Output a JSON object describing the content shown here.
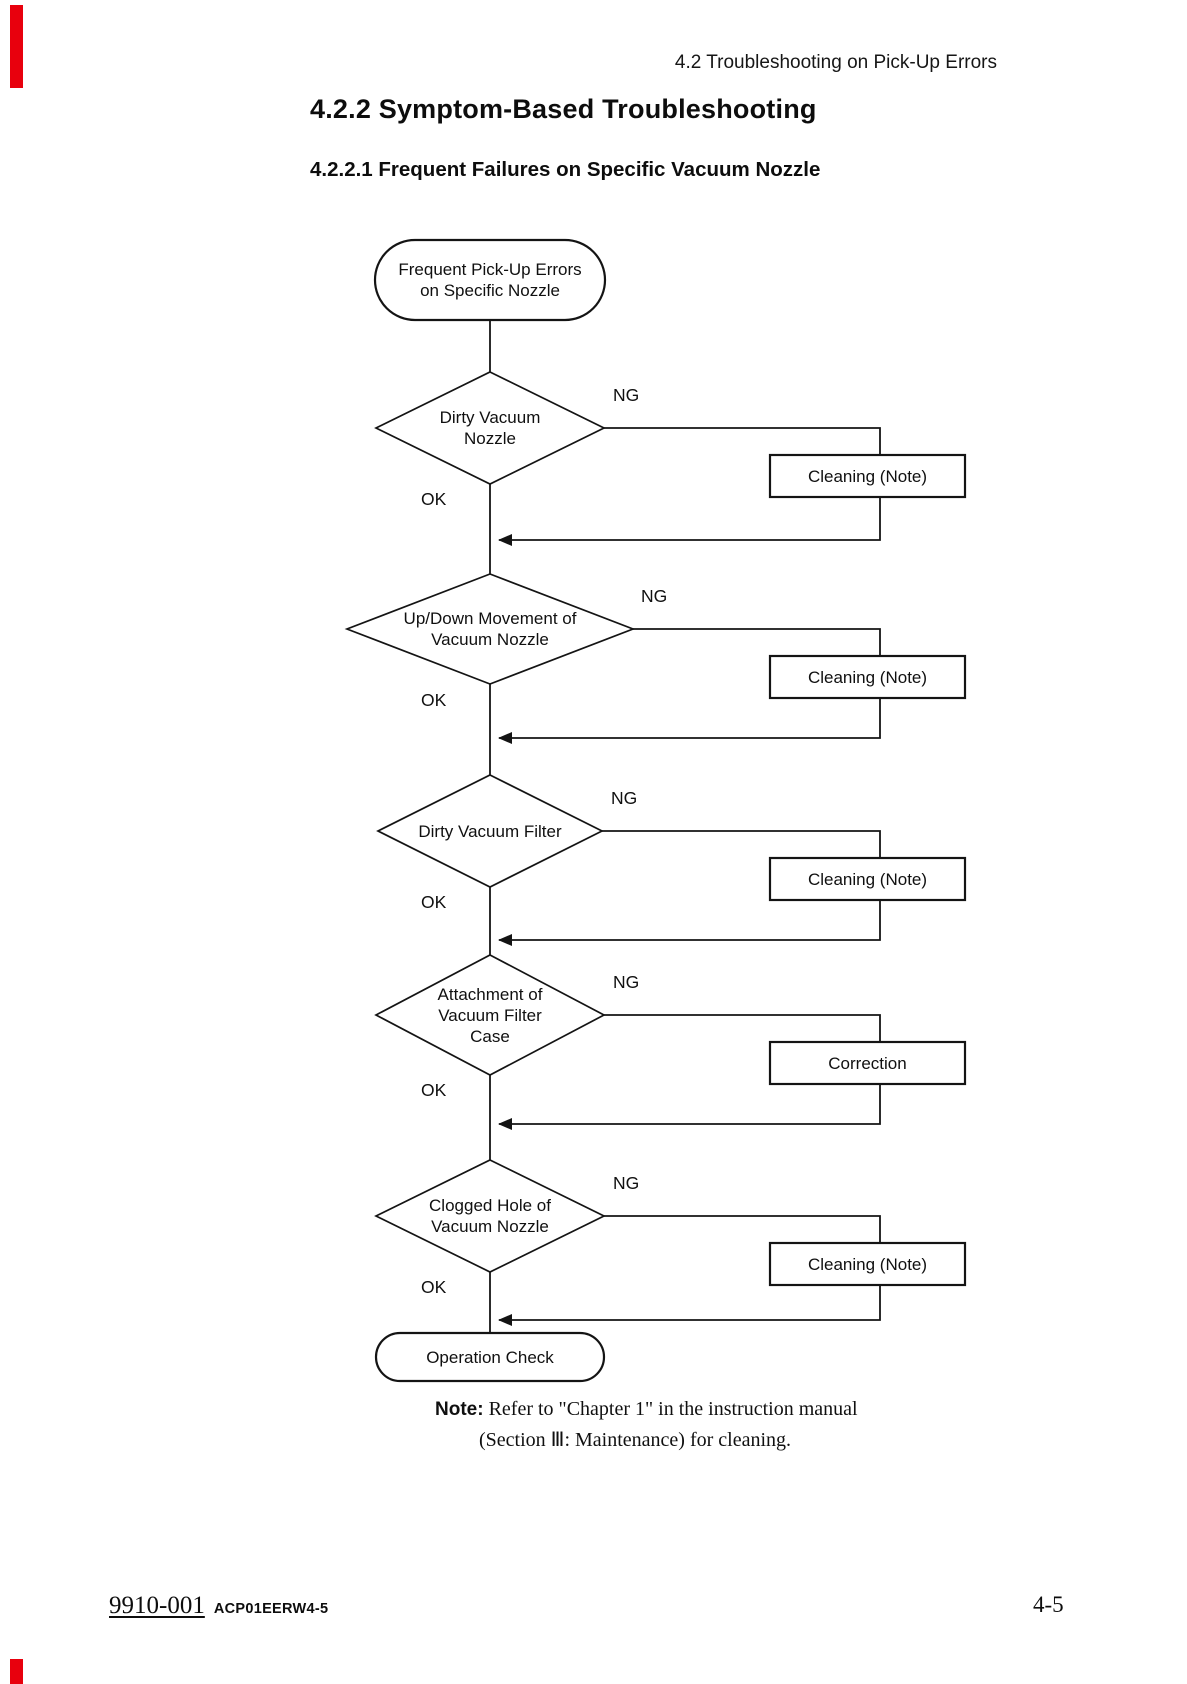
{
  "header": {
    "section_title": "4.2 Troubleshooting on Pick-Up Errors"
  },
  "headings": {
    "h1": "4.2.2 Symptom-Based Troubleshooting",
    "h2": "4.2.2.1 Frequent Failures on Specific Vacuum Nozzle"
  },
  "flowchart": {
    "start_label": "Frequent Pick-Up Errors\non Specific Nozzle",
    "end_label": "Operation Check",
    "decisions": [
      {
        "label": "Dirty Vacuum\nNozzle",
        "ng": "NG",
        "ok": "OK",
        "action": "Cleaning (Note)"
      },
      {
        "label": "Up/Down Movement of\nVacuum Nozzle",
        "ng": "NG",
        "ok": "OK",
        "action": "Cleaning (Note)"
      },
      {
        "label": "Dirty Vacuum Filter",
        "ng": "NG",
        "ok": "OK",
        "action": "Cleaning (Note)"
      },
      {
        "label": "Attachment of\nVacuum Filter\nCase",
        "ng": "NG",
        "ok": "OK",
        "action": "Correction"
      },
      {
        "label": "Clogged Hole of\nVacuum Nozzle",
        "ng": "NG",
        "ok": "OK",
        "action": "Cleaning (Note)"
      }
    ]
  },
  "note": {
    "label": "Note:",
    "line1": "Refer to \"Chapter 1\" in the instruction manual",
    "line2": "(Section Ⅲ: Maintenance) for cleaning."
  },
  "footer": {
    "doc_number": "9910-001",
    "doc_code": "ACP01EERW4-5",
    "page_number": "4-5"
  },
  "colors": {
    "line": "#1a1a1a",
    "accent_red": "#e8000d"
  }
}
